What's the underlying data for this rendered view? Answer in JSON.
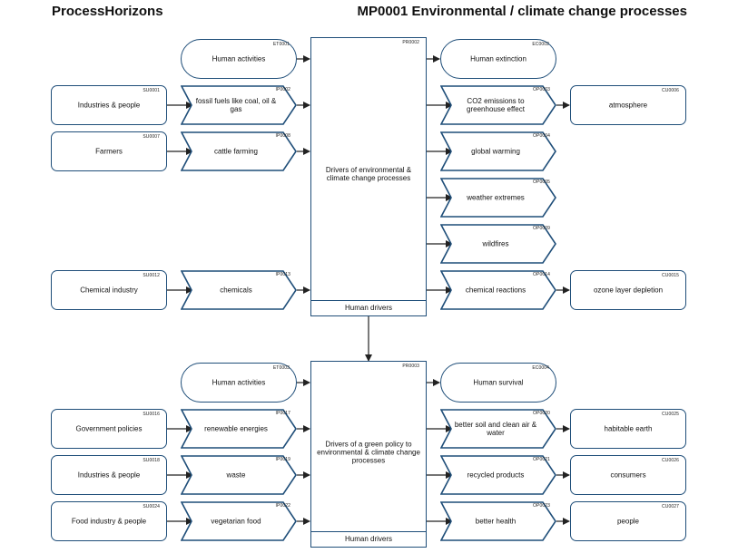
{
  "header": {
    "brand": "ProcessHorizons",
    "title": "MP0001 Environmental / climate change processes"
  },
  "top": {
    "et": {
      "code": "ET0001",
      "label": "Human activities"
    },
    "pr": {
      "code": "PR0002",
      "label": "Drivers of environmental & climate change processes",
      "footer": "Human drivers"
    },
    "ec": {
      "code": "EC0002",
      "label": "Human extinction"
    },
    "su1": {
      "code": "SU0001",
      "label": "Industries & people"
    },
    "ip1": {
      "code": "IP0002",
      "label": "fossil fuels like coal, oil & gas"
    },
    "su2": {
      "code": "SU0007",
      "label": "Farmers"
    },
    "ip2": {
      "code": "IP0008",
      "label": "cattle farming"
    },
    "su3": {
      "code": "SU0012",
      "label": "Chemical industry"
    },
    "ip3": {
      "code": "IP0013",
      "label": "chemicals"
    },
    "op1": {
      "code": "OP0003",
      "label": "CO2 emissions to greenhouse effect"
    },
    "op2": {
      "code": "OP0004",
      "label": "global warming"
    },
    "op3": {
      "code": "OP0005",
      "label": "weather extremes"
    },
    "op4": {
      "code": "OP0009",
      "label": "wildfires"
    },
    "op5": {
      "code": "OP0014",
      "label": "chemical reactions"
    },
    "cu1": {
      "code": "CU0006",
      "label": "atmosphere"
    },
    "cu2": {
      "code": "CU0015",
      "label": "ozone layer depletion"
    }
  },
  "bottom": {
    "et": {
      "code": "ET0003",
      "label": "Human activities"
    },
    "pr": {
      "code": "PR0003",
      "label": "Drivers of a green policy to environmental & climate change processes",
      "footer": "Human drivers"
    },
    "ec": {
      "code": "EC0004",
      "label": "Human survival"
    },
    "su1": {
      "code": "SU0016",
      "label": "Government policies"
    },
    "ip1": {
      "code": "IP0017",
      "label": "renewable energies"
    },
    "su2": {
      "code": "SU0018",
      "label": "Industries & people"
    },
    "ip2": {
      "code": "IP0019",
      "label": "waste"
    },
    "su3": {
      "code": "SU0024",
      "label": "Food industry & people"
    },
    "ip3": {
      "code": "IP0022",
      "label": "vegetarian food"
    },
    "op1": {
      "code": "OP0020",
      "label": "better soil and clean air & water"
    },
    "op2": {
      "code": "OP0021",
      "label": "recycled products"
    },
    "op3": {
      "code": "OP0023",
      "label": "better health"
    },
    "cu1": {
      "code": "CU0025",
      "label": "habitable earth"
    },
    "cu2": {
      "code": "CU0026",
      "label": "consumers"
    },
    "cu3": {
      "code": "CU0027",
      "label": "people"
    }
  },
  "colors": {
    "border": "#1f4e79",
    "arrow": "#222222"
  }
}
